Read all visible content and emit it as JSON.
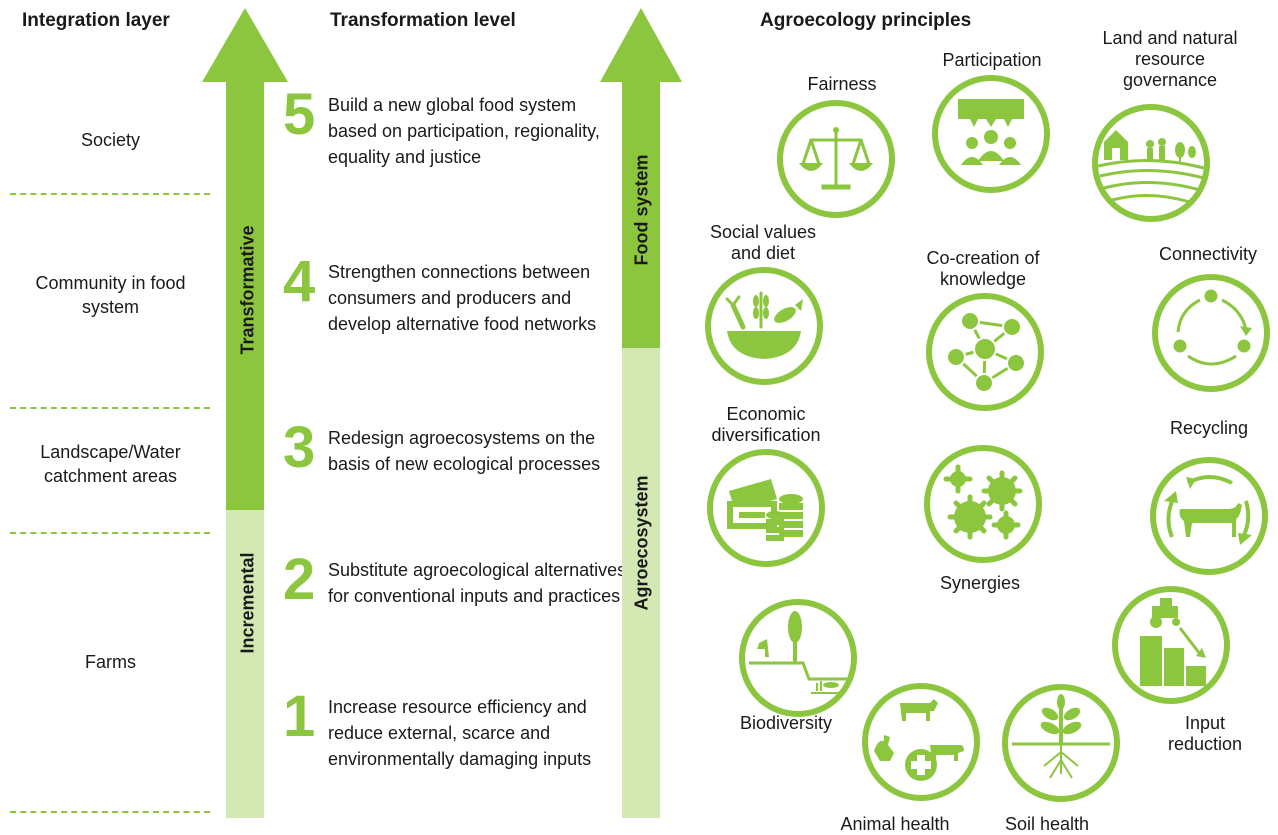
{
  "headers": {
    "integration_layer": "Integration layer",
    "transformation_level": "Transformation level",
    "agroecology_principles": "Agroecology principles"
  },
  "layers": [
    "Society",
    "Community in food system",
    "Landscape/Water catchment areas",
    "Farms"
  ],
  "levels": [
    {
      "number": "5",
      "text": "Build a new global food system based on participation, regionality, equality and justice"
    },
    {
      "number": "4",
      "text": "Strengthen connections between consumers and producers and develop alternative food networks"
    },
    {
      "number": "3",
      "text": "Redesign agroecosystems on the basis of new ecological processes"
    },
    {
      "number": "2",
      "text": "Substitute agroecological alternatives for conventional inputs and practices"
    },
    {
      "number": "1",
      "text": "Increase resource efficiency and reduce external, scarce and environmentally damaging inputs"
    }
  ],
  "arrow1": {
    "upper_label": "Transformative",
    "lower_label": "Incremental"
  },
  "arrow2": {
    "upper_label": "Food system",
    "lower_label": "Agroecosystem"
  },
  "principles": {
    "fairness": "Fairness",
    "participation": "Participation",
    "land_governance": "Land and natural resource governance",
    "social_values": "Social values and diet",
    "co_creation": "Co-creation of knowledge",
    "connectivity": "Connectivity",
    "economic_diversification": "Economic diversification",
    "synergies": "Synergies",
    "recycling": "Recycling",
    "biodiversity": "Biodiversity",
    "input_reduction": "Input reduction",
    "animal_health": "Animal health",
    "soil_health": "Soil health"
  },
  "colors": {
    "green": "#8cc63f",
    "light_green": "#d4e8b4",
    "dash": "#8cc63f"
  }
}
